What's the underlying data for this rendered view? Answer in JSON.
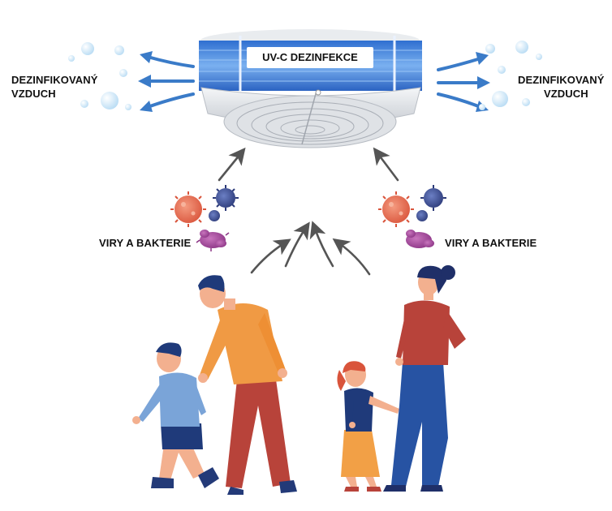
{
  "device": {
    "label": "UV-C DEZINFEKCE"
  },
  "left_output": {
    "line1": "DEZINFIKOVANÝ",
    "line2": "VZDUCH"
  },
  "right_output": {
    "line1": "DEZINFIKOVANÝ",
    "line2": "VZDUCH"
  },
  "left_germs": {
    "label": "VIRY A BAKTERIE"
  },
  "right_germs": {
    "label": "VIRY A BAKTERIE"
  },
  "colors": {
    "uv_blue": "#3f7fd6",
    "arrow_blue": "#3a7bc8",
    "arrow_gray": "#555555",
    "virus_orange": "#e8735a",
    "virus_navy": "#3b4c8f",
    "bacteria_purple": "#a04a9a",
    "bubble_blue": "#cfe6f7"
  }
}
